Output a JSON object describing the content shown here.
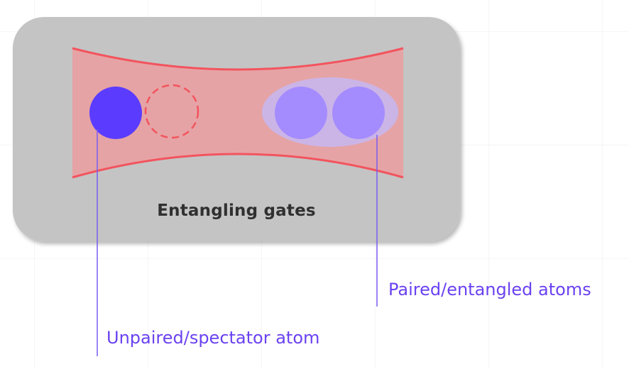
{
  "panel": {
    "title": "Entangling gates"
  },
  "labels": {
    "paired": "Paired/entangled atoms",
    "unpaired": "Unpaired/spectator atom"
  },
  "colors": {
    "panel_background": "#c4c4c4",
    "beam_fill": "#e8a0a2",
    "beam_edge": "#f2545e",
    "spectator_atom": "#5b3cff",
    "paired_atoms": "#a48cff",
    "pair_halo": "#c6b8f2",
    "label_text": "#6a42f0",
    "pointer_line": "#7a5cf0"
  }
}
